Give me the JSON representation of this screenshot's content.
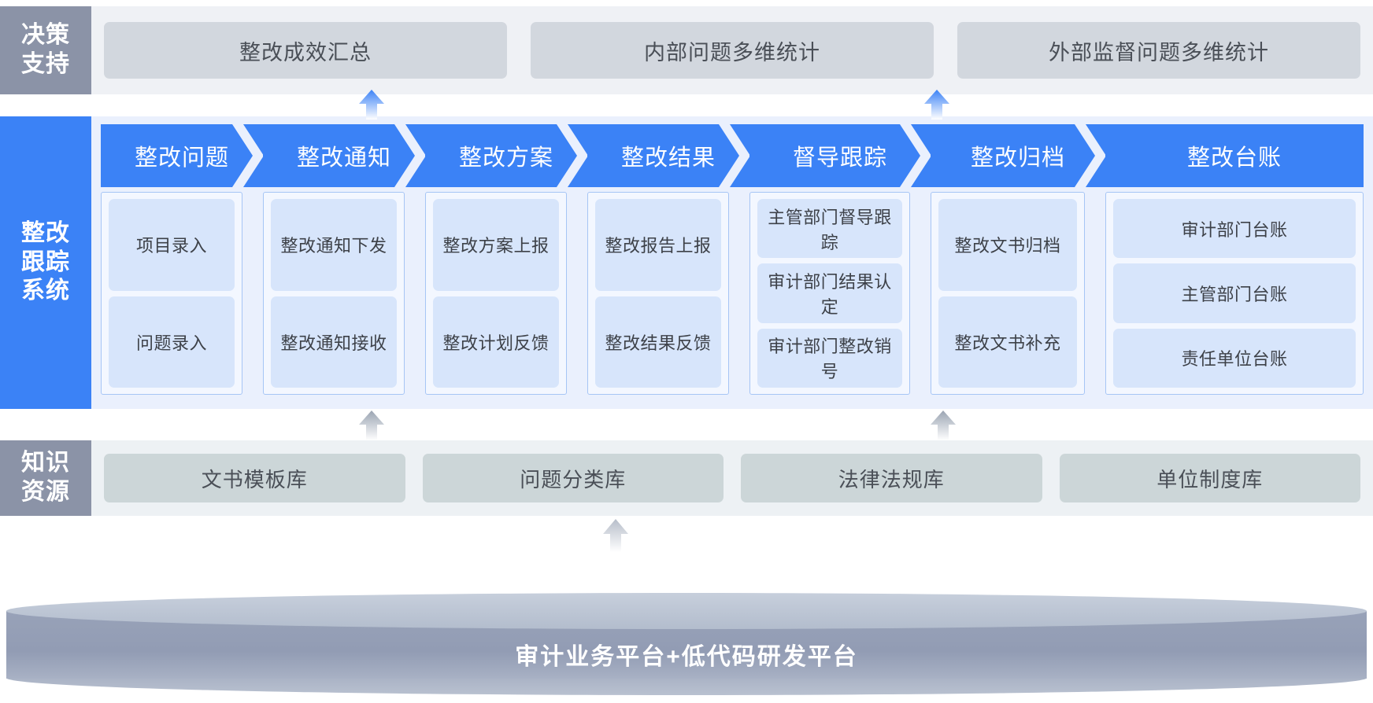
{
  "layers": {
    "decision": {
      "label": "决策\n支持",
      "label_lines": [
        "决策",
        "支持"
      ],
      "cards": [
        {
          "label": "整改成效汇总"
        },
        {
          "label": "内部问题多维统计"
        },
        {
          "label": "外部监督问题多维统计"
        }
      ]
    },
    "core": {
      "label_lines": [
        "整改",
        "跟踪",
        "系统"
      ],
      "stages": [
        {
          "title": "整改问题",
          "items": [
            "项目录入",
            "问题录入"
          ]
        },
        {
          "title": "整改通知",
          "items": [
            "整改通知下发",
            "整改通知接收"
          ]
        },
        {
          "title": "整改方案",
          "items": [
            "整改方案上报",
            "整改计划反馈"
          ]
        },
        {
          "title": "整改结果",
          "items": [
            "整改报告上报",
            "整改结果反馈"
          ]
        },
        {
          "title": "督导跟踪",
          "items": [
            "主管部门督导跟踪",
            "审计部门结果认定",
            "审计部门整改销号"
          ]
        },
        {
          "title": "整改归档",
          "items": [
            "整改文书归档",
            "整改文书补充"
          ]
        },
        {
          "title": "整改台账",
          "items": [
            "审计部门台账",
            "主管部门台账",
            "责任单位台账"
          ]
        }
      ]
    },
    "knowledge": {
      "label_lines": [
        "知识",
        "资源"
      ],
      "cards": [
        {
          "label": "文书模板库"
        },
        {
          "label": "问题分类库"
        },
        {
          "label": "法律法规库"
        },
        {
          "label": "单位制度库"
        }
      ]
    },
    "platform": {
      "label": "审计业务平台+低代码研发平台"
    }
  },
  "colors": {
    "accent_blue": "#3b82f6",
    "band_gray": "#8b93a7",
    "decision_card": "#d2d7de",
    "knowledge_card": "#ccd6d8",
    "sub_item": "#d7e5fb",
    "core_bg": "#eaf0fd",
    "platform": "#929cb4"
  }
}
